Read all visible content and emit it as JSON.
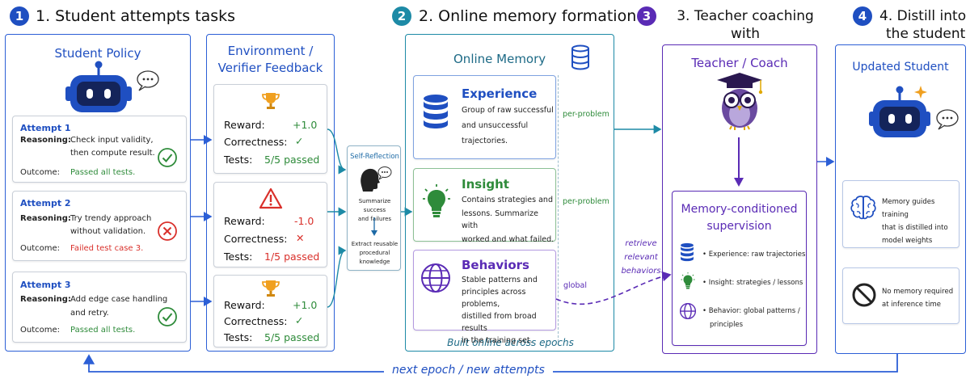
{
  "stages": [
    {
      "num": "1",
      "title": "1. Student attempts tasks",
      "color": "#1f4fc1"
    },
    {
      "num": "2",
      "title": "2. Online memory formation",
      "color": "#1d8aa6"
    },
    {
      "num": "3",
      "title_line1": "3. Teacher coaching with",
      "title_line2": "memory",
      "color": "#5a2bb5"
    },
    {
      "num": "4",
      "title_line1": "4. Distill into",
      "title_line2": "the student",
      "color": "#1f4fc1"
    }
  ],
  "student_policy": {
    "title": "Student Policy",
    "attempts": [
      {
        "title": "Attempt 1",
        "reasoning_label": "Reasoning:",
        "reasoning_l1": "Check input validity,",
        "reasoning_l2": "then compute result.",
        "outcome_label": "Outcome:",
        "outcome": "Passed all tests.",
        "status": "pass"
      },
      {
        "title": "Attempt 2",
        "reasoning_label": "Reasoning:",
        "reasoning_l1": "Try trendy approach",
        "reasoning_l2": "without validation.",
        "outcome_label": "Outcome:",
        "outcome": "Failed test case 3.",
        "status": "fail"
      },
      {
        "title": "Attempt 3",
        "reasoning_label": "Reasoning:",
        "reasoning_l1": "Add edge case handling",
        "reasoning_l2": "and retry.",
        "outcome_label": "Outcome:",
        "outcome": "Passed all tests.",
        "status": "pass"
      }
    ]
  },
  "environment": {
    "title_l1": "Environment /",
    "title_l2": "Verifier Feedback",
    "cards": [
      {
        "icon": "trophy-icon",
        "reward_label": "Reward:",
        "reward": "+1.0",
        "correct_label": "Correctness:",
        "correct": "✓",
        "tests_label": "Tests:",
        "tests": "5/5 passed",
        "status": "pass"
      },
      {
        "icon": "warning-icon",
        "reward_label": "Reward:",
        "reward": "-1.0",
        "correct_label": "Correctness:",
        "correct": "✕",
        "tests_label": "Tests:",
        "tests": "1/5 passed",
        "status": "fail"
      },
      {
        "icon": "trophy-icon",
        "reward_label": "Reward:",
        "reward": "+1.0",
        "correct_label": "Correctness:",
        "correct": "✓",
        "tests_label": "Tests:",
        "tests": "5/5 passed",
        "status": "pass"
      }
    ]
  },
  "self_reflection": {
    "title": "Self-Reflection",
    "step1_l1": "Summarize success",
    "step1_l2": "and failures",
    "step2_l1": "Extract reusable",
    "step2_l2": "procedural knowledge"
  },
  "online_memory": {
    "title": "Online Memory",
    "items": [
      {
        "title": "Experience",
        "l1": "Group of raw successful",
        "l2": "and unsuccessful",
        "l3": "trajectories.",
        "l4": "",
        "scope": "per-problem",
        "color": "#1f4fc1"
      },
      {
        "title": "Insight",
        "l1": "Contains strategies and",
        "l2": "lessons. Summarize with",
        "l3": "worked and what failed.",
        "l4": "",
        "scope": "per-problem",
        "color": "#2e8b3a"
      },
      {
        "title": "Behaviors",
        "l1": "Stable patterns and",
        "l2": "principles across problems,",
        "l3": "distilled from broad results",
        "l4": "in the training set.",
        "scope": "global",
        "color": "#5a2bb5"
      }
    ],
    "footer": "Built online across epochs"
  },
  "retrieve_label": {
    "l1": "retrieve",
    "l2": "relevant",
    "l3": "behaviors"
  },
  "teacher": {
    "title": "Teacher / Coach",
    "supervision_l1": "Memory-conditioned",
    "supervision_l2": "supervision",
    "bullets": [
      {
        "l1": "Experience: raw trajectories",
        "l2": ""
      },
      {
        "l1": "Insight: strategies / lessons",
        "l2": ""
      },
      {
        "l1": "Behavior: global patterns /",
        "l2": "principles"
      }
    ]
  },
  "updated_student": {
    "title": "Updated Student",
    "card1_l1": "Memory guides training",
    "card1_l2": "that is distilled into",
    "card1_l3": "model weights",
    "card2_l1": "No memory required",
    "card2_l2": "at inference time"
  },
  "loop_label": "next epoch / new attempts"
}
